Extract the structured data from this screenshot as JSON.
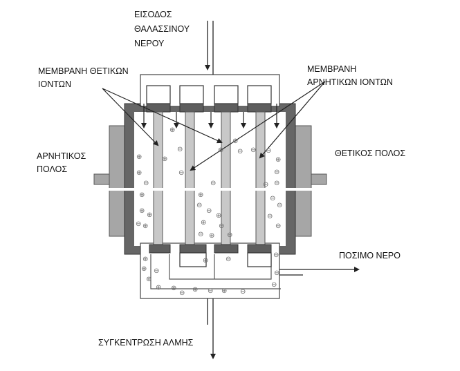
{
  "labels": {
    "inlet": [
      "ΕΙΣΟΔΟΣ",
      "ΘΑΛΑΣΣΙΝΟΥ",
      "ΝΕΡΟΥ"
    ],
    "cation_membrane": [
      "ΜΕΜΒΡΑΝΗ ΘΕΤΙΚΩΝ",
      "ΙΟΝΤΩΝ"
    ],
    "anion_membrane": [
      "ΜΕΜΒΡΑΝΗ",
      "ΑΡΝΗΤΙΚΩΝ ΙΟΝΤΩΝ"
    ],
    "negative_pole": [
      "ΑΡΝΗΤΙΚΟΣ",
      "ΠΟΛΟΣ"
    ],
    "positive_pole": "ΘΕΤΙΚΟΣ ΠΟΛΟΣ",
    "drinking_water": "ΠΟΣΙΜΟ ΝΕΡΟ",
    "brine": "ΣΥΓΚΕΝΤΡΩΣΗ ΑΛΜΗΣ"
  },
  "ion_symbols": {
    "positive": "⊕",
    "negative": "⊖"
  },
  "colors": {
    "housing": "#666666",
    "electrode": "#a6a6a6",
    "membrane": "#c8c8c8",
    "cap": "#5e5e5e",
    "line": "#333333"
  }
}
